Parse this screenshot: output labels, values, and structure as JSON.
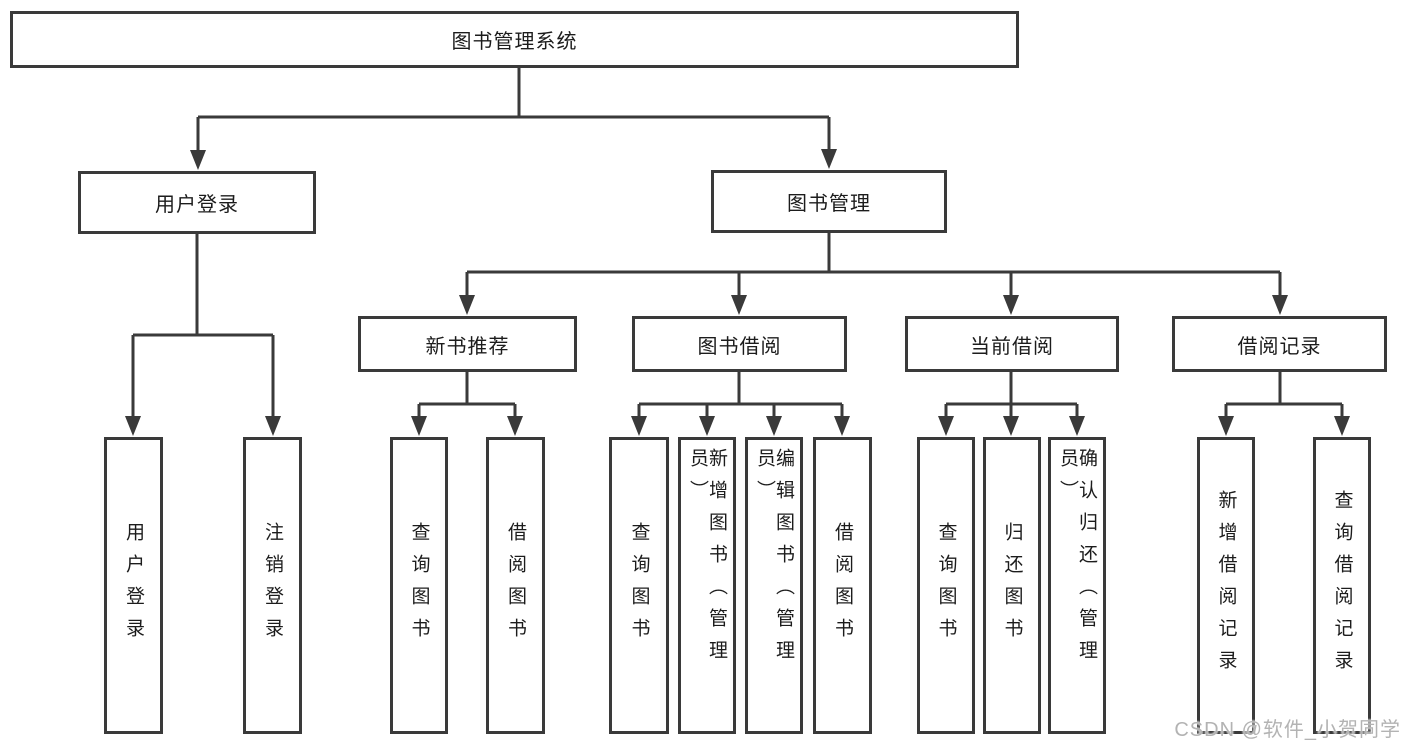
{
  "diagram": {
    "root": "图书管理系统",
    "level2": [
      {
        "label": "用户登录",
        "leaves": [
          "用户登录",
          "注销登录"
        ]
      },
      {
        "label": "图书管理",
        "groups": [
          {
            "label": "新书推荐",
            "leaves": [
              "查询图书",
              "借阅图书"
            ]
          },
          {
            "label": "图书借阅",
            "leaves": [
              "查询图书",
              "新增图书（管理员）",
              "编辑图书（管理员）",
              "借阅图书"
            ]
          },
          {
            "label": "当前借阅",
            "leaves": [
              "查询图书",
              "归还图书",
              "确认归还（管理员）"
            ]
          },
          {
            "label": "借阅记录",
            "leaves": [
              "新增借阅记录",
              "查询借阅记录"
            ]
          }
        ]
      }
    ]
  },
  "watermark": {
    "text": "CSDN @软件_小贺同学"
  },
  "colors": {
    "line": "#3a3a3a",
    "text": "#1c1c1c",
    "watermark": "#b3b3b3"
  }
}
